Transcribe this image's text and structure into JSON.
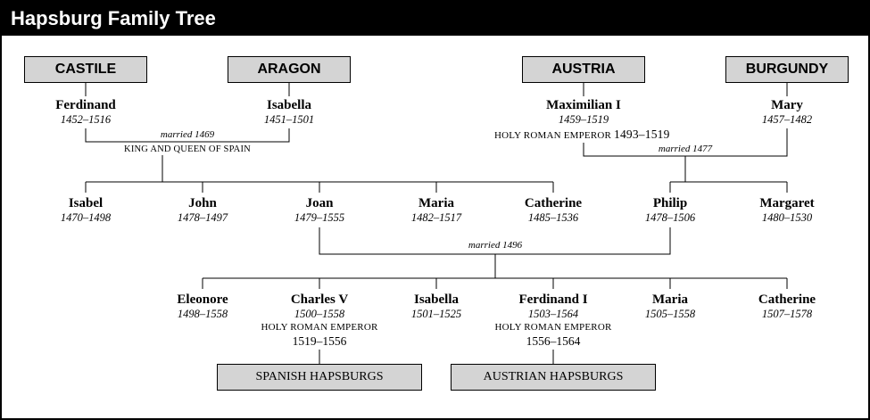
{
  "title": "Hapsburg Family Tree",
  "regions": {
    "castile": "CASTILE",
    "aragon": "ARAGON",
    "austria": "AUSTRIA",
    "burgundy": "BURGUNDY"
  },
  "gen1": {
    "ferdinand": {
      "name": "Ferdinand",
      "years": "1452–1516"
    },
    "isabella": {
      "name": "Isabella",
      "years": "1451–1501"
    },
    "maximilian": {
      "name": "Maximilian I",
      "years": "1459–1519",
      "title": "HOLY ROMAN EMPEROR",
      "title_years": "1493–1519"
    },
    "mary": {
      "name": "Mary",
      "years": "1457–1482"
    }
  },
  "marriages": {
    "spain": {
      "label": "married 1469",
      "note": "KING AND QUEEN OF SPAIN"
    },
    "austria_burgundy": {
      "label": "married 1477"
    },
    "joan_philip": {
      "label": "married 1496"
    }
  },
  "gen2": [
    {
      "name": "Isabel",
      "years": "1470–1498"
    },
    {
      "name": "John",
      "years": "1478–1497"
    },
    {
      "name": "Joan",
      "years": "1479–1555"
    },
    {
      "name": "Maria",
      "years": "1482–1517"
    },
    {
      "name": "Catherine",
      "years": "1485–1536"
    },
    {
      "name": "Philip",
      "years": "1478–1506"
    },
    {
      "name": "Margaret",
      "years": "1480–1530"
    }
  ],
  "gen3": [
    {
      "name": "Eleonore",
      "years": "1498–1558"
    },
    {
      "name": "Charles V",
      "years": "1500–1558",
      "title": "HOLY ROMAN EMPEROR",
      "title_years": "1519–1556"
    },
    {
      "name": "Isabella",
      "years": "1501–1525"
    },
    {
      "name": "Ferdinand I",
      "years": "1503–1564",
      "title": "HOLY ROMAN EMPEROR",
      "title_years": "1556–1564"
    },
    {
      "name": "Maria",
      "years": "1505–1558"
    },
    {
      "name": "Catherine",
      "years": "1507–1578"
    }
  ],
  "branches": {
    "spanish": "SPANISH HAPSBURGS",
    "austrian": "AUSTRIAN HAPSBURGS"
  }
}
